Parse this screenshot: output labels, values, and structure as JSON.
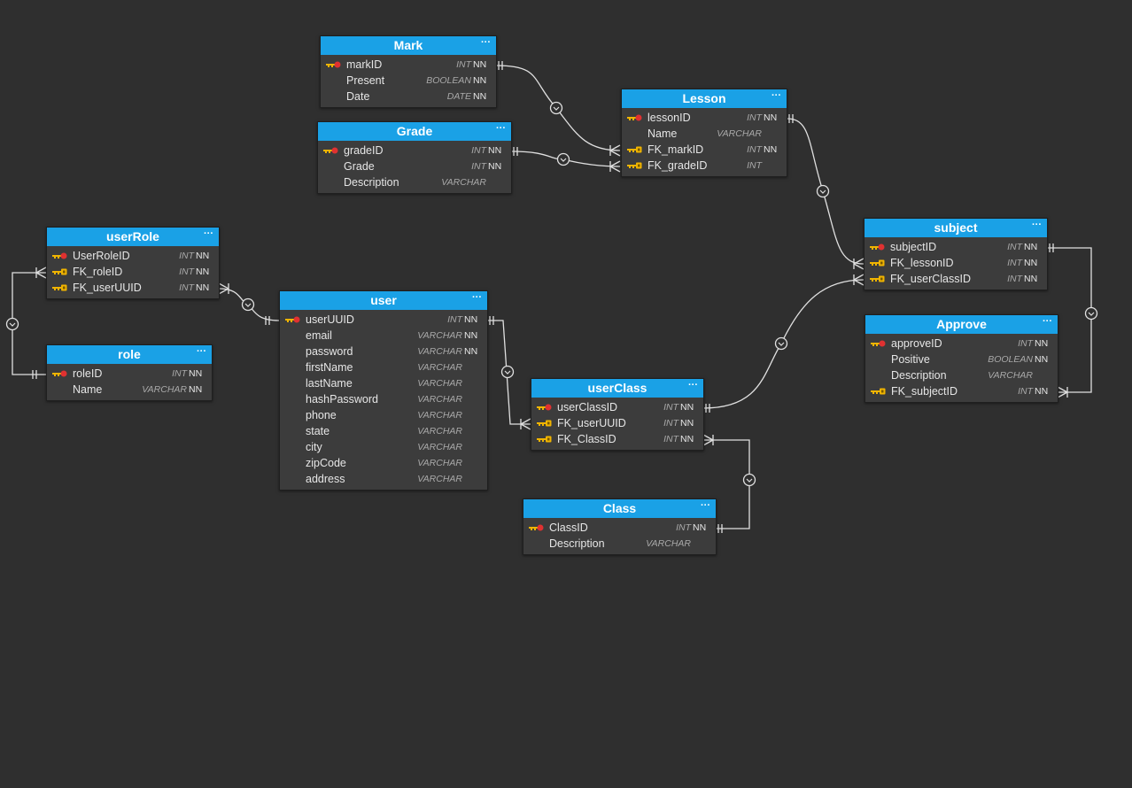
{
  "colors": {
    "canvas": "#2f2f2f",
    "table_header": "#1aa1e6",
    "table_body": "#3c3c3c",
    "primary_key_icon": "#e03131",
    "foreign_key_icon": "#f0b400",
    "link_line": "#e0e0e0"
  },
  "table_menu_glyph": "···",
  "tables": {
    "mark": {
      "name": "Mark",
      "columns": [
        {
          "key": "pk",
          "name": "markID",
          "type": "INT",
          "nn": "NN"
        },
        {
          "key": "",
          "name": "Present",
          "type": "BOOLEAN",
          "nn": "NN"
        },
        {
          "key": "",
          "name": "Date",
          "type": "DATE",
          "nn": "NN"
        }
      ]
    },
    "grade": {
      "name": "Grade",
      "columns": [
        {
          "key": "pk",
          "name": "gradeID",
          "type": "INT",
          "nn": "NN"
        },
        {
          "key": "",
          "name": "Grade",
          "type": "INT",
          "nn": "NN"
        },
        {
          "key": "",
          "name": "Description",
          "type": "VARCHAR",
          "nn": ""
        }
      ]
    },
    "lesson": {
      "name": "Lesson",
      "columns": [
        {
          "key": "pk",
          "name": "lessonID",
          "type": "INT",
          "nn": "NN"
        },
        {
          "key": "",
          "name": "Name",
          "type": "VARCHAR",
          "nn": ""
        },
        {
          "key": "fk",
          "name": "FK_markID",
          "type": "INT",
          "nn": "NN"
        },
        {
          "key": "fk",
          "name": "FK_gradeID",
          "type": "INT",
          "nn": ""
        }
      ]
    },
    "subject": {
      "name": "subject",
      "columns": [
        {
          "key": "pk",
          "name": "subjectID",
          "type": "INT",
          "nn": "NN"
        },
        {
          "key": "fk",
          "name": "FK_lessonID",
          "type": "INT",
          "nn": "NN"
        },
        {
          "key": "fk",
          "name": "FK_userClassID",
          "type": "INT",
          "nn": "NN"
        }
      ]
    },
    "approve": {
      "name": "Approve",
      "columns": [
        {
          "key": "pk",
          "name": "approveID",
          "type": "INT",
          "nn": "NN"
        },
        {
          "key": "",
          "name": "Positive",
          "type": "BOOLEAN",
          "nn": "NN"
        },
        {
          "key": "",
          "name": "Description",
          "type": "VARCHAR",
          "nn": ""
        },
        {
          "key": "fk",
          "name": "FK_subjectID",
          "type": "INT",
          "nn": "NN"
        }
      ]
    },
    "userRole": {
      "name": "userRole",
      "columns": [
        {
          "key": "pk",
          "name": "UserRoleID",
          "type": "INT",
          "nn": "NN"
        },
        {
          "key": "fk",
          "name": "FK_roleID",
          "type": "INT",
          "nn": "NN"
        },
        {
          "key": "fk",
          "name": "FK_userUUID",
          "type": "INT",
          "nn": "NN"
        }
      ]
    },
    "role": {
      "name": "role",
      "columns": [
        {
          "key": "pk",
          "name": "roleID",
          "type": "INT",
          "nn": "NN"
        },
        {
          "key": "",
          "name": "Name",
          "type": "VARCHAR",
          "nn": "NN"
        }
      ]
    },
    "user": {
      "name": "user",
      "columns": [
        {
          "key": "pk",
          "name": "userUUID",
          "type": "INT",
          "nn": "NN"
        },
        {
          "key": "",
          "name": "email",
          "type": "VARCHAR",
          "nn": "NN"
        },
        {
          "key": "",
          "name": "password",
          "type": "VARCHAR",
          "nn": "NN"
        },
        {
          "key": "",
          "name": "firstName",
          "type": "VARCHAR",
          "nn": ""
        },
        {
          "key": "",
          "name": "lastName",
          "type": "VARCHAR",
          "nn": ""
        },
        {
          "key": "",
          "name": "hashPassword",
          "type": "VARCHAR",
          "nn": ""
        },
        {
          "key": "",
          "name": "phone",
          "type": "VARCHAR",
          "nn": ""
        },
        {
          "key": "",
          "name": "state",
          "type": "VARCHAR",
          "nn": ""
        },
        {
          "key": "",
          "name": "city",
          "type": "VARCHAR",
          "nn": ""
        },
        {
          "key": "",
          "name": "zipCode",
          "type": "VARCHAR",
          "nn": ""
        },
        {
          "key": "",
          "name": "address",
          "type": "VARCHAR",
          "nn": ""
        }
      ]
    },
    "userClass": {
      "name": "userClass",
      "columns": [
        {
          "key": "pk",
          "name": "userClassID",
          "type": "INT",
          "nn": "NN"
        },
        {
          "key": "fk",
          "name": "FK_userUUID",
          "type": "INT",
          "nn": "NN"
        },
        {
          "key": "fk",
          "name": "FK_ClassID",
          "type": "INT",
          "nn": "NN"
        }
      ]
    },
    "class": {
      "name": "Class",
      "columns": [
        {
          "key": "pk",
          "name": "ClassID",
          "type": "INT",
          "nn": "NN"
        },
        {
          "key": "",
          "name": "Description",
          "type": "VARCHAR",
          "nn": ""
        }
      ]
    }
  },
  "relationships": [
    {
      "from": "Mark.markID",
      "to": "Lesson.FK_markID",
      "cardinality": "one-to-many (optional)"
    },
    {
      "from": "Grade.gradeID",
      "to": "Lesson.FK_gradeID",
      "cardinality": "one-to-many (optional)"
    },
    {
      "from": "Lesson.lessonID",
      "to": "subject.FK_lessonID",
      "cardinality": "one-to-many (optional)"
    },
    {
      "from": "subject.subjectID",
      "to": "Approve.FK_subjectID",
      "cardinality": "one-to-many (optional)"
    },
    {
      "from": "userClass.userClassID",
      "to": "subject.FK_userClassID",
      "cardinality": "one-to-many (optional)"
    },
    {
      "from": "user.userUUID",
      "to": "userClass.FK_userUUID",
      "cardinality": "one-to-many (optional)"
    },
    {
      "from": "Class.ClassID",
      "to": "userClass.FK_ClassID",
      "cardinality": "one-to-many (optional)"
    },
    {
      "from": "user.userUUID",
      "to": "userRole.FK_userUUID",
      "cardinality": "one-to-many (optional)"
    },
    {
      "from": "role.roleID",
      "to": "userRole.FK_roleID",
      "cardinality": "one-to-many (optional)"
    }
  ]
}
